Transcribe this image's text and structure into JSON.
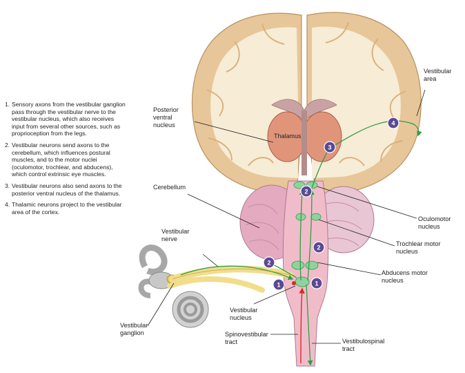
{
  "steps": [
    {
      "num": "1.",
      "text": "Sensory axons from the vestibular ganglion pass through the vestibular nerve to the vestibular nucleus, which also receives input from several other sources, such as proprioception from the legs."
    },
    {
      "num": "2.",
      "text": "Vestibular neurons send axons to the cerebellum, which influences postural muscles, and to the motor nuclei (oculomotor, trochlear, and abducens), which control extrinsic eye muscles."
    },
    {
      "num": "3.",
      "text": "Vestibular neurons also send axons to the posterior ventral nucleus of the thalamus."
    },
    {
      "num": "4.",
      "text": "Thalamic neurons project to the vestibular area of the cortex."
    }
  ],
  "labels": {
    "vestibular_area": [
      "Vestibular",
      "area"
    ],
    "posterior_ventral_nucleus": [
      "Posterior",
      "ventral",
      "nucleus"
    ],
    "thalamus": "Thalamus",
    "cerebellum": "Cerebellum",
    "vestibular_nerve": [
      "Vestibular",
      "nerve"
    ],
    "oculomotor_nucleus": [
      "Oculomotor",
      "nucleus"
    ],
    "trochlear_motor_nucleus": [
      "Trochlear motor",
      "nucleus"
    ],
    "abducens_motor_nucleus": [
      "Abducens motor",
      "nucleus"
    ],
    "vestibular_nucleus": [
      "Vestibular",
      "nucleus"
    ],
    "vestibular_ganglion": [
      "Vestibular",
      "ganglion"
    ],
    "spinovestibular_tract": [
      "Spinovestibular",
      "tract"
    ],
    "vestibulospinal_tract": [
      "Vestibulospinal",
      "tract"
    ]
  },
  "badges": [
    "1",
    "1",
    "2",
    "2",
    "2",
    "3",
    "4"
  ],
  "colors": {
    "badge_fill": "#5a4a93",
    "pathway_green": "#2f9e44",
    "afferent_red": "#d52b2b",
    "cortex_tan": "#e7c699",
    "white_matter": "#f7ecd6",
    "thalamus": "#e0957a",
    "brainstem": "#f0bcc9",
    "cerebellum": "#e4aac0",
    "nerve_yellow": "#f2dd8a",
    "ear_gray": "#b9b9b9"
  }
}
